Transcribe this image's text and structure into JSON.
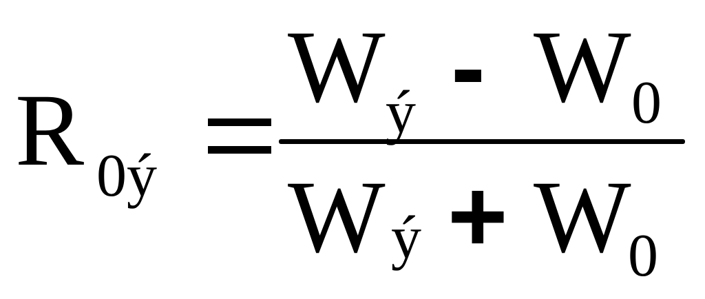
{
  "formula": {
    "lhs": {
      "symbol": "R",
      "subscript": "0ý"
    },
    "equals": "=",
    "numerator": {
      "term1": "W",
      "term1_subscript": "ý",
      "operator": "-",
      "term2": "W",
      "term2_subscript": "0"
    },
    "denominator": {
      "term1": "W",
      "term1_subscript": "ý",
      "operator": "+",
      "term2": "W",
      "term2_subscript": "0"
    }
  }
}
